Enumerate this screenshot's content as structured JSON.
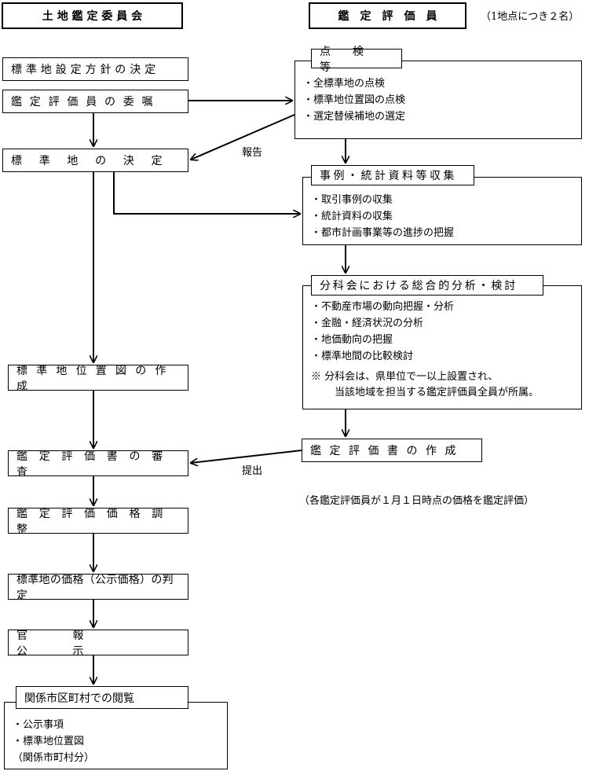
{
  "headers": {
    "committee": "土 地 鑑 定 委 員 会",
    "appraiser": "鑑　定　評　価　員",
    "appraiser_note": "（1地点につき２名）"
  },
  "left_flow": [
    "標準地設定方針の決定",
    "鑑定評価員の委嘱",
    "標準地の決定",
    "標準地位置図の作成",
    "鑑定評価書の審査",
    "鑑定評価価格調整",
    "標準地の価格（公示価格）の判定",
    "官報公示"
  ],
  "inspection": {
    "title": "点　　検　　等",
    "items": [
      "・全標準地の点検",
      "・標準地位置図の点検",
      "・選定替候補地の選定"
    ]
  },
  "collection": {
    "title": "事例・統計資料等収集",
    "items": [
      "・取引事例の収集",
      "・統計資料の収集",
      "・都市計画事業等の進捗の把握"
    ]
  },
  "subcommittee": {
    "title": "分科会における総合的分析・検討",
    "items": [
      "・不動産市場の動向把握・分析",
      "・金融・経済状況の分析",
      "・地価動向の把握",
      "・標準地間の比較検討"
    ],
    "note_line1": "※ 分科会は、県単位で一以上設置され、",
    "note_line2": "当該地域を担当する鑑定評価員全員が所属。"
  },
  "report_creation": "鑑定評価書の作成",
  "report_caption": "（各鑑定評価員が１月１日時点の価格を鑑定評価）",
  "labels": {
    "report": "報告",
    "submit": "提出"
  },
  "viewing": {
    "title": "関係市区町村での閲覧",
    "items": [
      "・公示事項",
      "・標準地位置図",
      "（関係市町村分）"
    ]
  }
}
